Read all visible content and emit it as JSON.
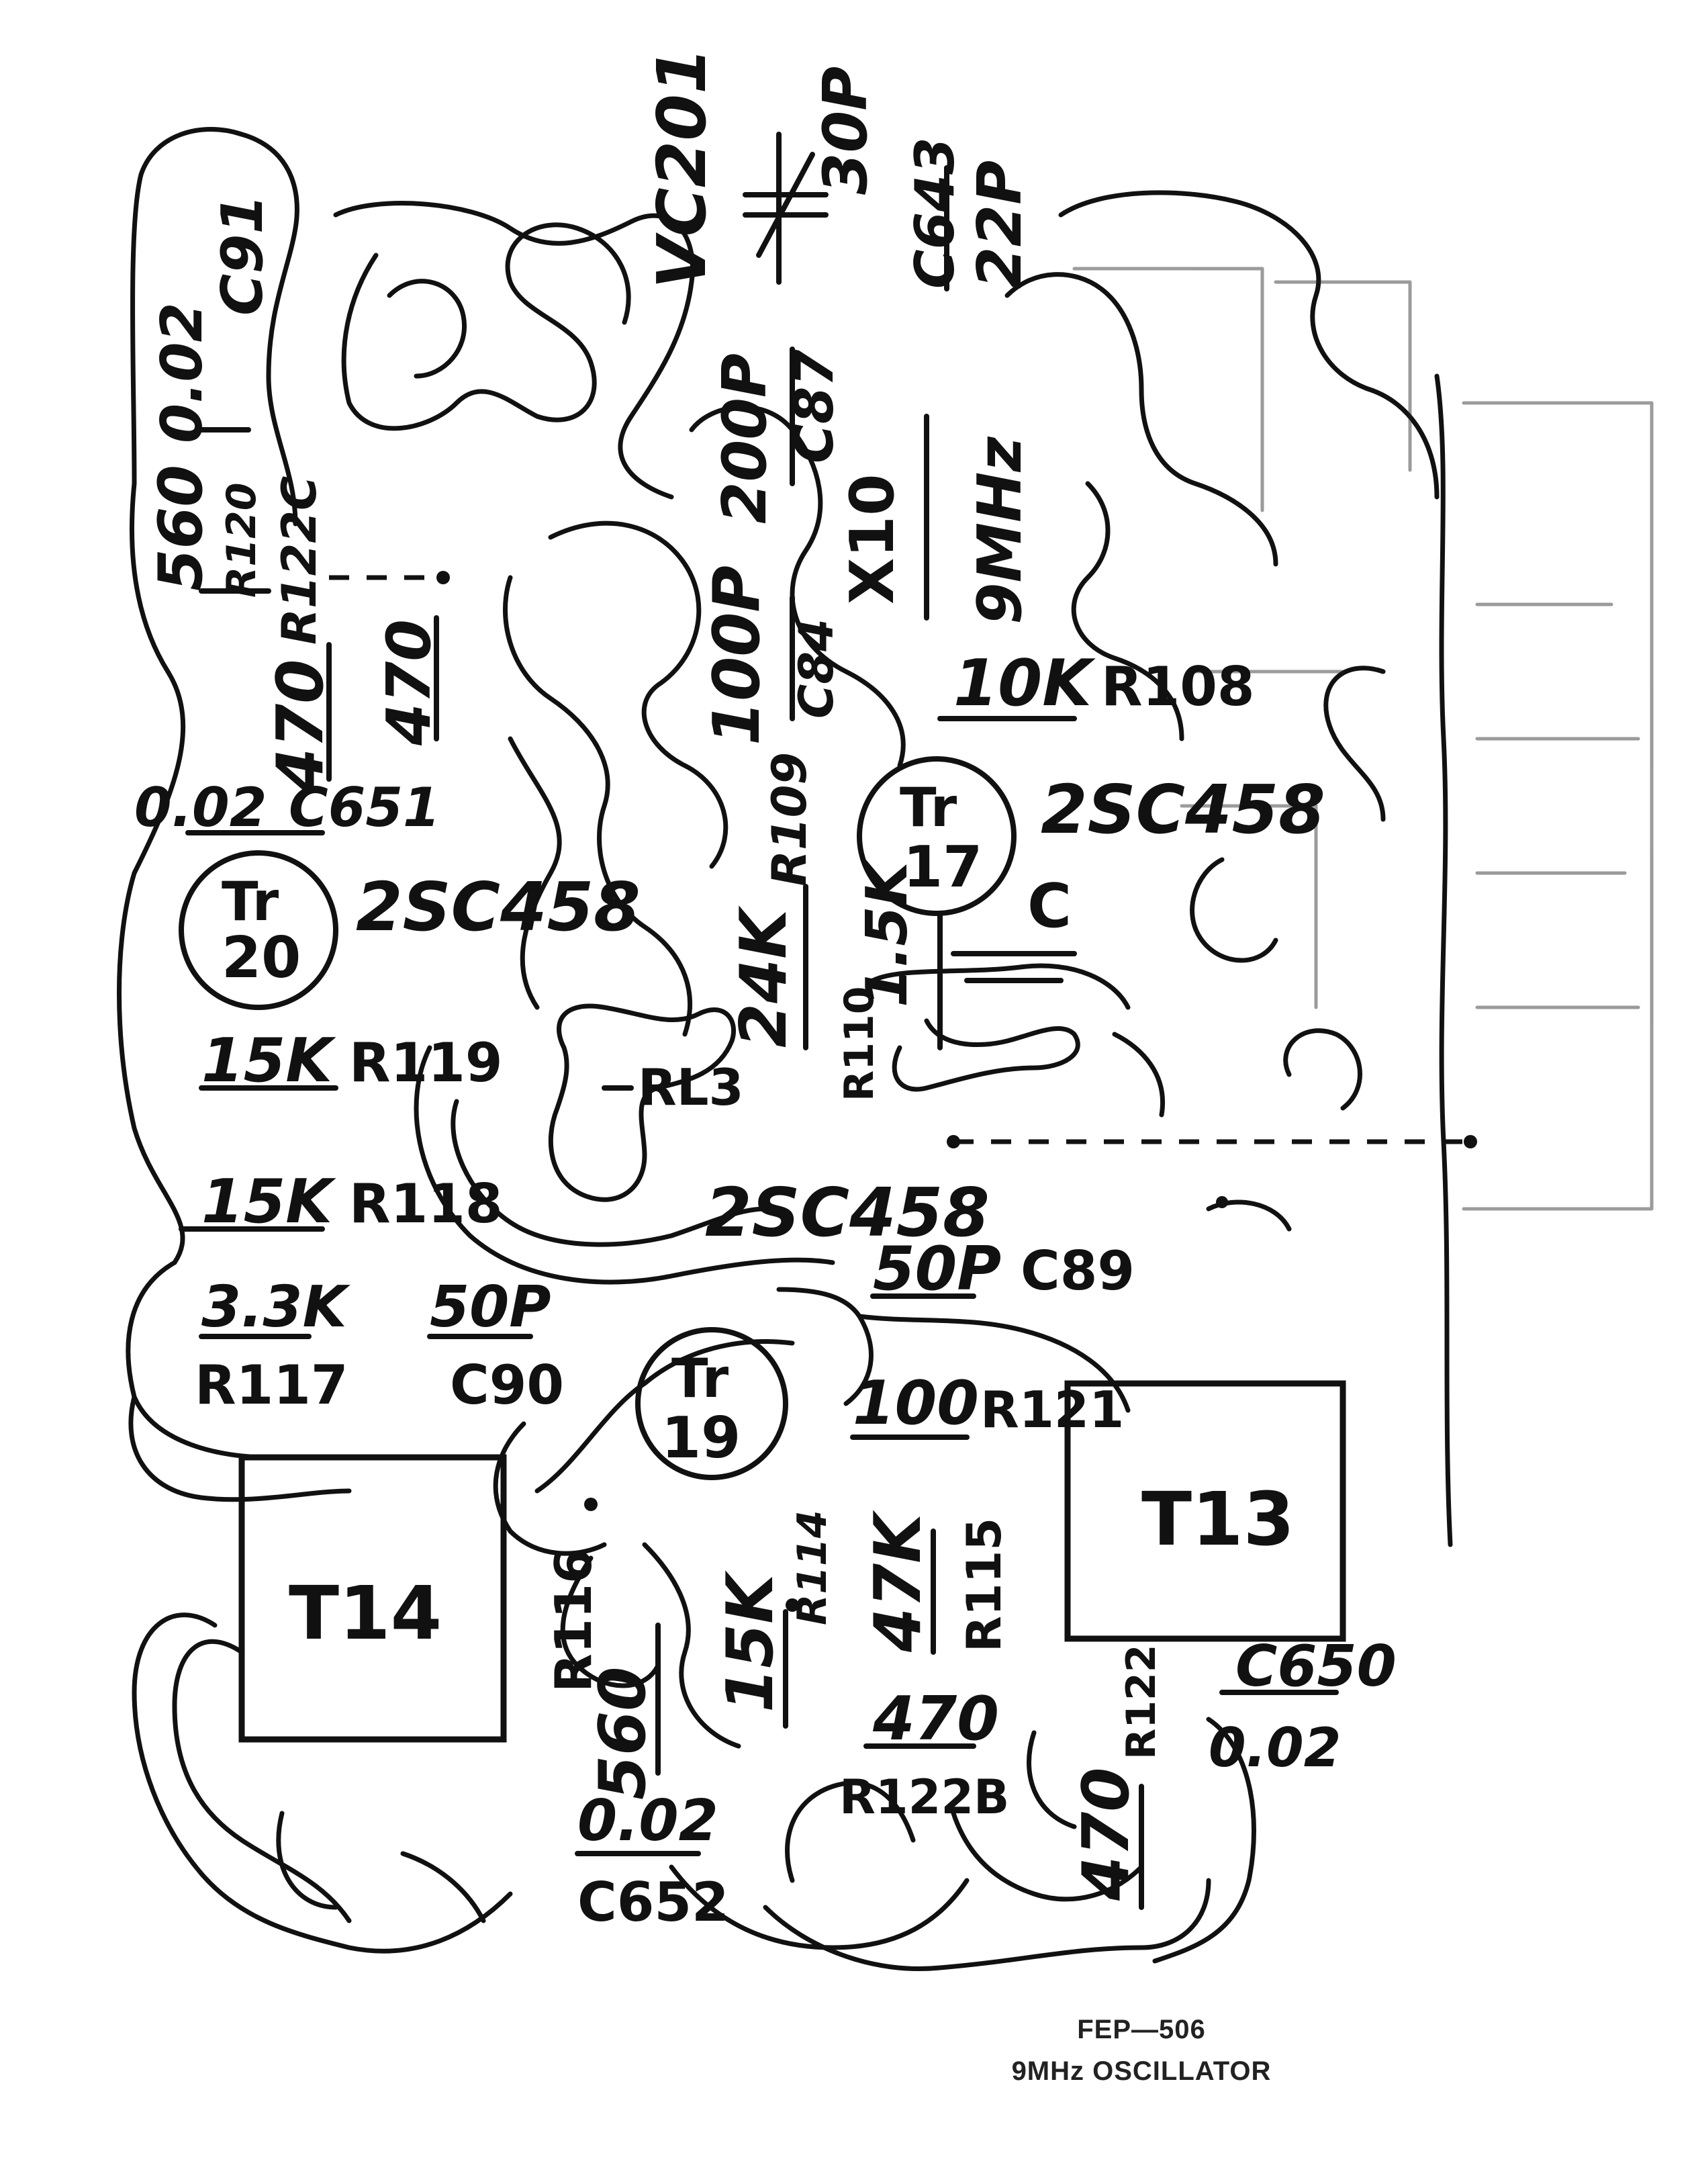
{
  "caption": {
    "model": "FEP—506",
    "title": "9MHz OSCILLATOR"
  },
  "components": {
    "vc201": "VC201",
    "vc201_value": "30P",
    "c643": "C643",
    "c643_value": "22P",
    "c91": "C91",
    "c91_value": "0.02",
    "r120": "R120",
    "r120_value": "560",
    "r122c": "R122C",
    "r122c_value": "470",
    "r_470b": "470",
    "c87": "C87",
    "c87_value": "200P",
    "x10": "X10",
    "x10_freq": "9MHz",
    "c84": "C84",
    "c84_value": "100P",
    "r108": "R108",
    "r108_value": "10K",
    "r109": "R109",
    "r109_value": "24K",
    "r110": "R110",
    "r110_value": "1.5K",
    "c651": "C651",
    "c651_value": "0.02",
    "tr17_a": "Tr",
    "tr17_b": "17",
    "tr17_type": "2SC458",
    "tr20_a": "Tr",
    "tr20_b": "20",
    "tr20_type": "2SC458",
    "c_small": "C",
    "r119": "R119",
    "r119_value": "15K",
    "rl3": "RL3",
    "r118": "R118",
    "r118_value": "15K",
    "tr19_type": "2SC458",
    "r117": "R117",
    "r117_value": "3.3K",
    "c90": "C90",
    "c90_value": "50P",
    "c89": "C89",
    "c89_value": "50P",
    "tr19_a": "Tr",
    "tr19_b": "19",
    "r121": "R121",
    "r121_value": "100",
    "t13": "T13",
    "t14": "T14",
    "r116": "R116",
    "r116_value": "560",
    "r114": "R114",
    "r114_value": "15K",
    "r115": "R115",
    "r115_value": "47K",
    "r122b": "R122B",
    "r122b_value": "470",
    "c650": "C650",
    "c650_value": "0.02",
    "r122": "R122",
    "r122_value": "470",
    "c652": "C652",
    "c652_value": "0.02"
  }
}
